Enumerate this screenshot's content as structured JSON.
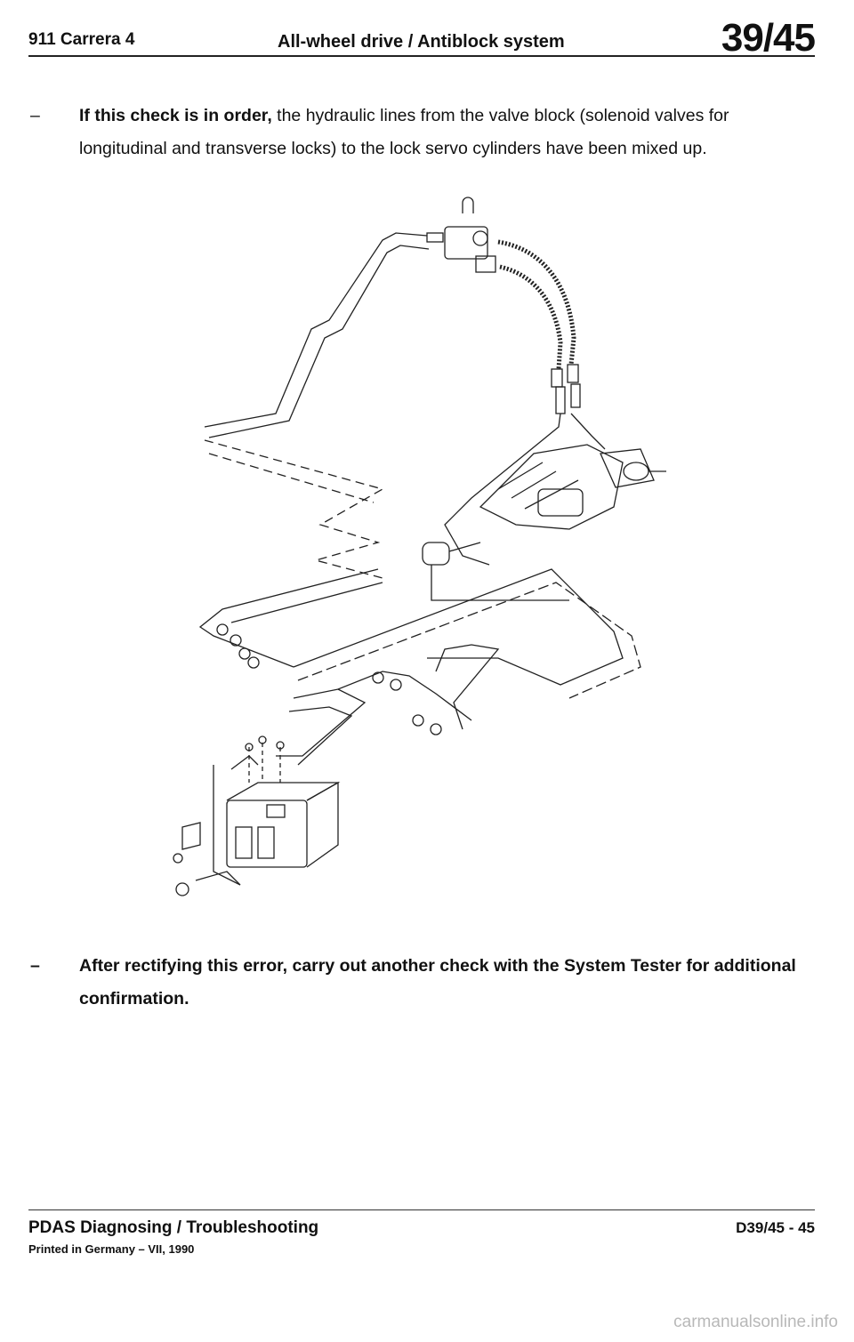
{
  "header": {
    "model": "911 Carrera 4",
    "section": "All-wheel drive / Antiblock system",
    "page_code": "39/45"
  },
  "paragraph1": {
    "dash": "–",
    "bold_lead": "If this check is in order,",
    "text": " the hydraulic lines from the valve block (solenoid valves for longitudinal and transverse locks) to the lock servo cylinders have been mixed up."
  },
  "paragraph2": {
    "dash": "–",
    "text": "After rectifying this error, carry out another check with the System Tester for additional confirmation."
  },
  "footer": {
    "title": "PDAS Diagnosing / Troubleshooting",
    "printed": "Printed in Germany – VII, 1990",
    "page_ref": "D39/45 - 45"
  },
  "watermark": "carmanualsonline.info"
}
